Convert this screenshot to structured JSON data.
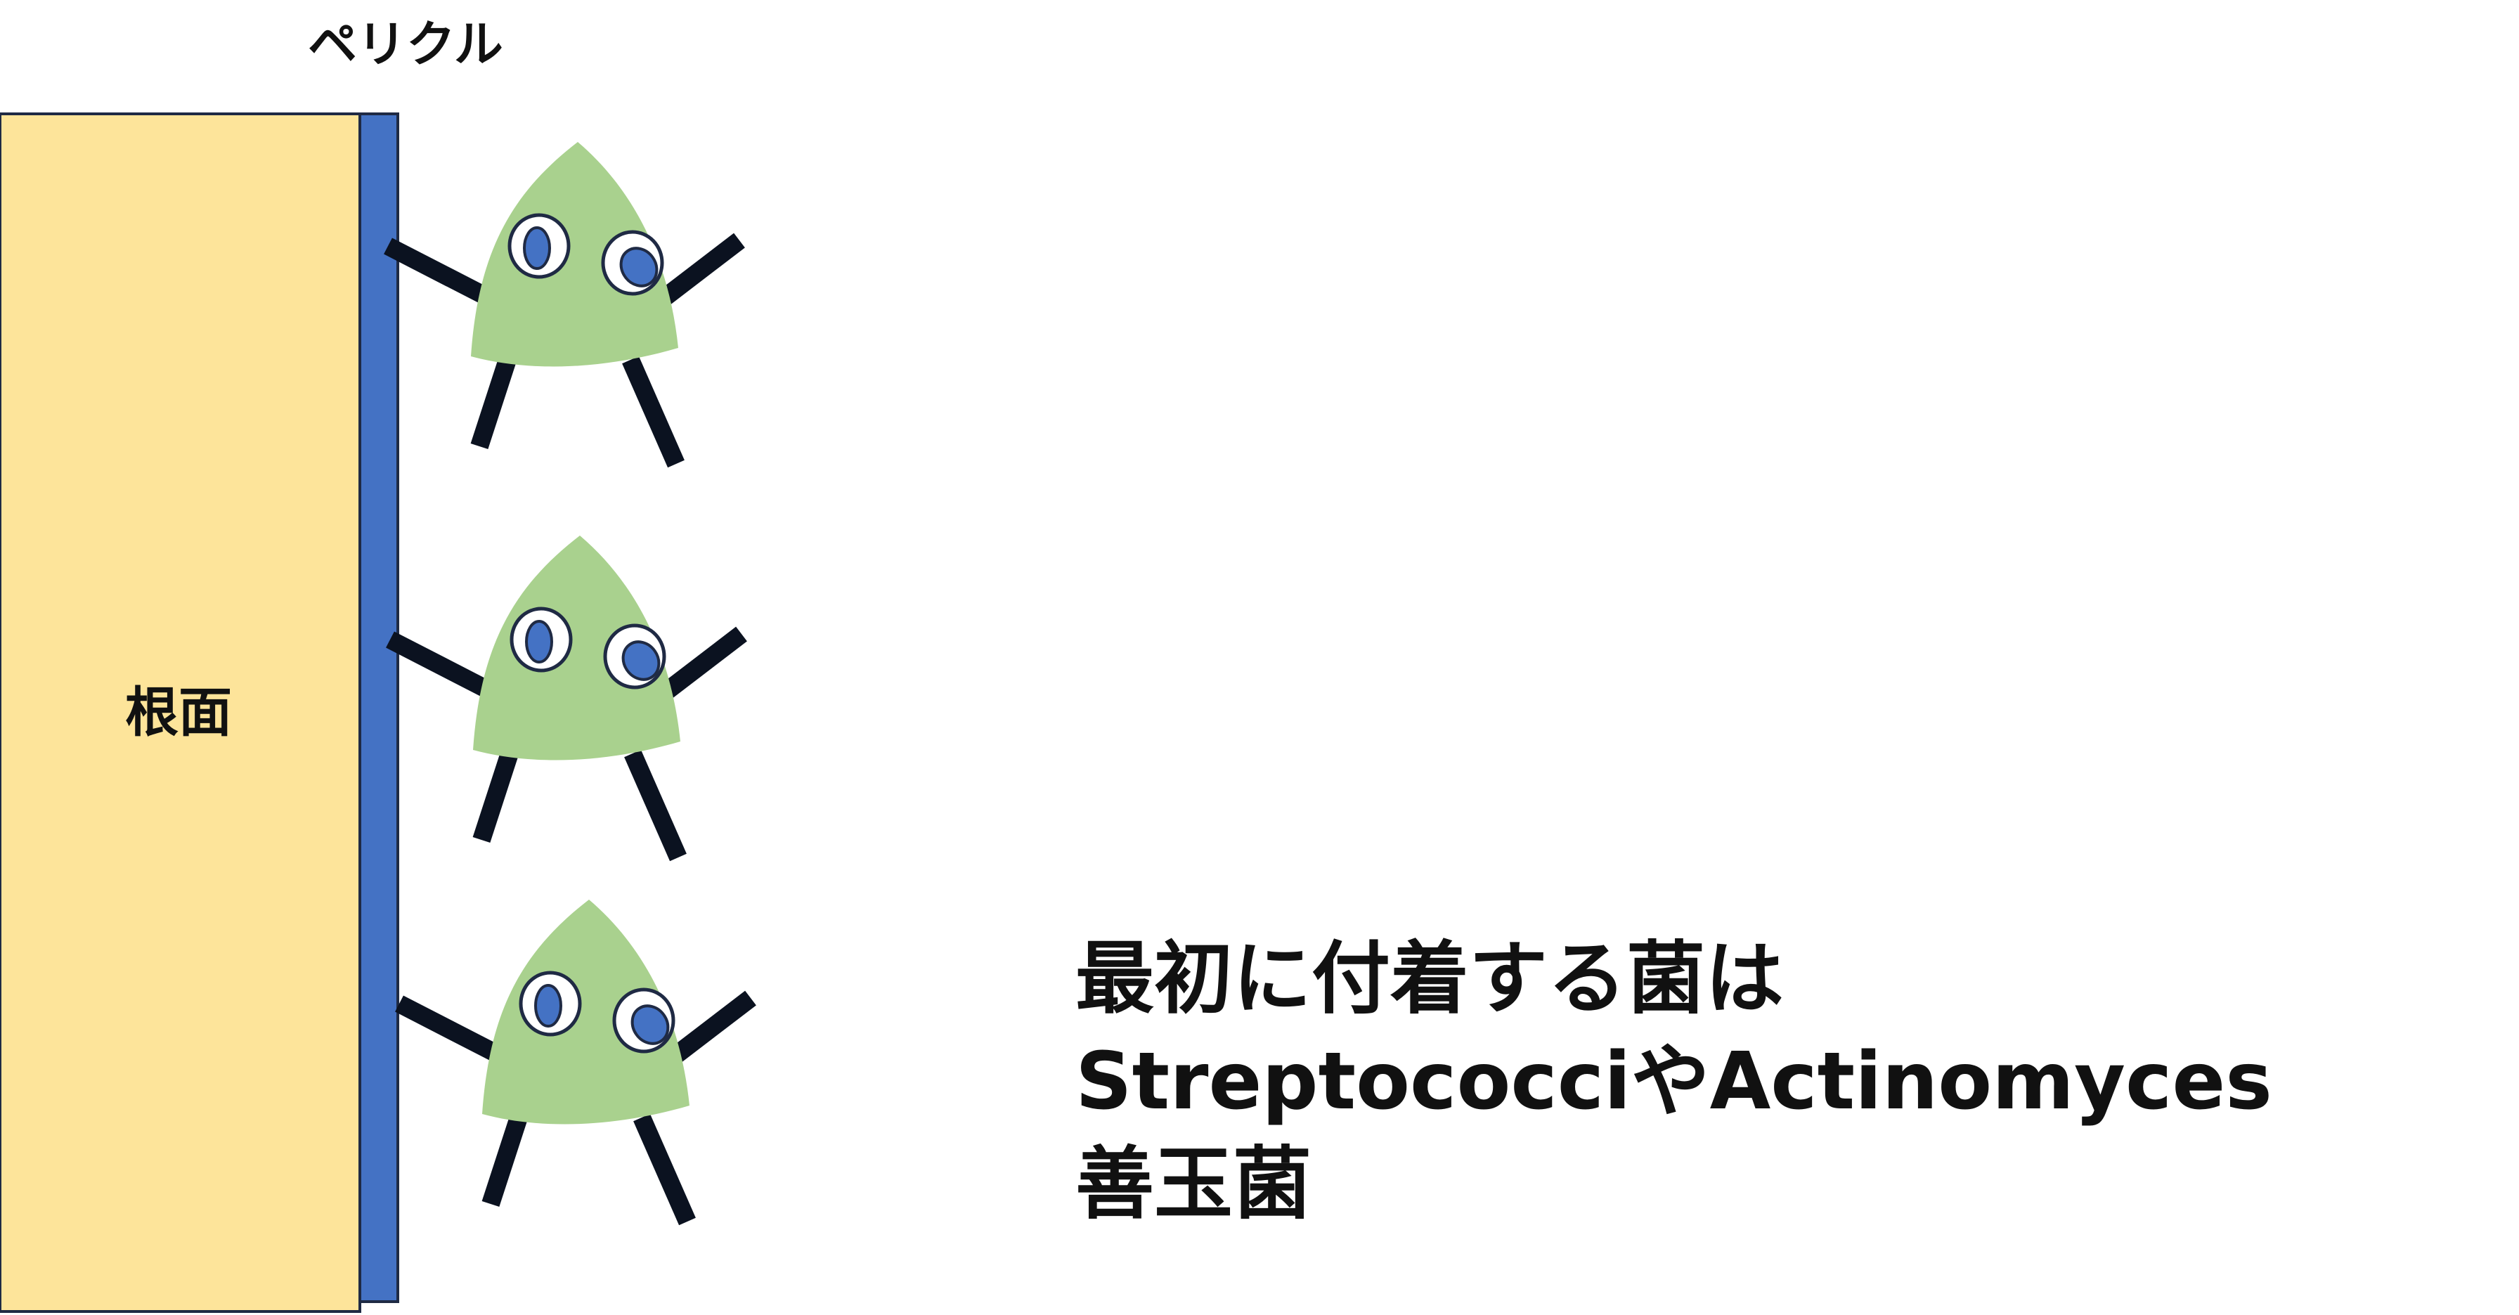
{
  "labels": {
    "pellicle": "ペリクル",
    "root_surface": "根面"
  },
  "caption": {
    "line1": "最初に付着する菌は",
    "line2": "StreptococciやActinomyces",
    "line3": "善玉菌"
  },
  "bacteria_count": 3,
  "colors": {
    "root_surface_fill": "#FDE49A",
    "pellicle_fill": "#4472C4",
    "bacterium_body": "#A9D18E",
    "bacterium_limbs": "#0B1220",
    "eye_pupil": "#4472C4",
    "outline": "#1F2A44"
  },
  "icons": {
    "bacterium": "bacterium-icon"
  }
}
